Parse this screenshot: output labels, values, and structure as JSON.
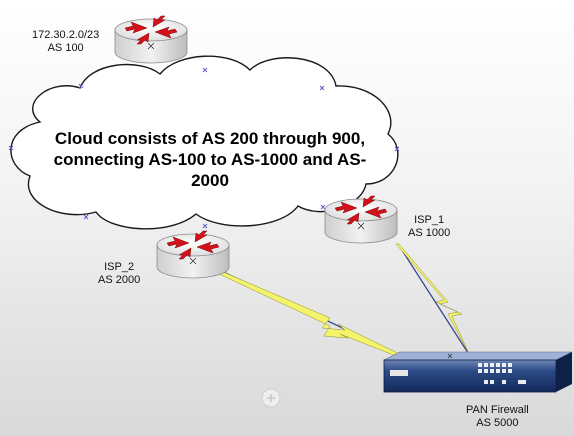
{
  "cloud": {
    "line1": "Cloud consists of AS 200 through 900,",
    "line2": "connecting AS-100 to AS-1000 and AS-2000"
  },
  "routers": [
    {
      "id": "as100",
      "line1": "172.30.2.0/23",
      "line2": "AS 100"
    },
    {
      "id": "isp1",
      "line1": "ISP_1",
      "line2": "AS 1000"
    },
    {
      "id": "isp2",
      "line1": "ISP_2",
      "line2": "AS 2000"
    }
  ],
  "firewall": {
    "line1": "PAN Firewall",
    "line2": "AS 5000"
  },
  "colors": {
    "link_bolt": "#f4f46a",
    "router_arrows": "#d4111b",
    "router_body": "#e8e8e8",
    "firewall_body": "#1e3a73",
    "link_line": "#3a4a8c"
  }
}
